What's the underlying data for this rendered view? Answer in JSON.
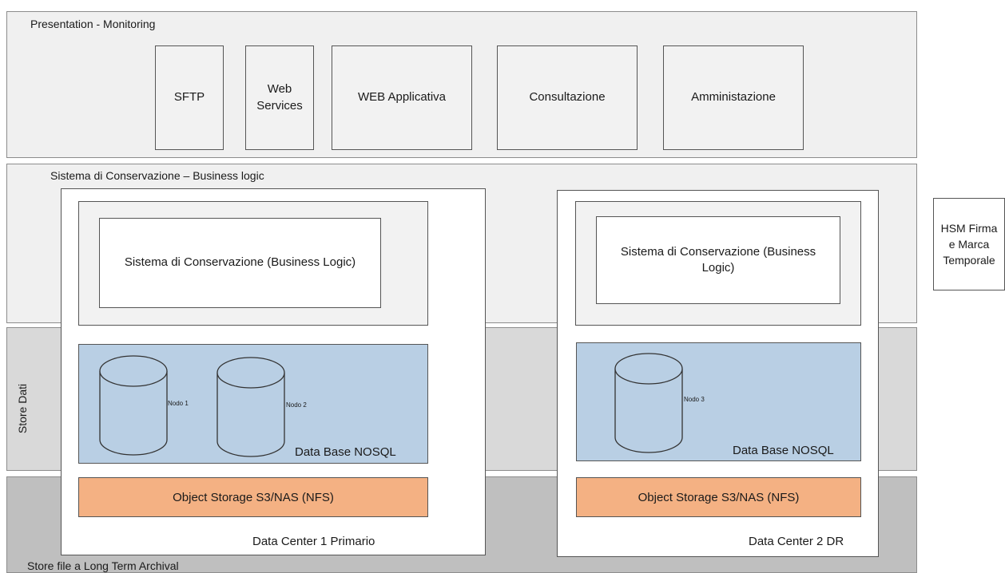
{
  "layers": {
    "presentation": "Presentation - Monitoring",
    "business_logic": "Sistema di Conservazione – Business logic",
    "store_dati": "Store Dati",
    "store_file": "Store file a Long Term Archival"
  },
  "presentation_boxes": {
    "sftp": "SFTP",
    "web_services": "Web Services",
    "web_applicativa": "WEB Applicativa",
    "consultazione": "Consultazione",
    "amministazione": "Amministazione"
  },
  "data_center_1": {
    "label": "Data Center 1 Primario",
    "business_logic": "Sistema di Conservazione (Business Logic)",
    "nodes": [
      "Nodo 1",
      "Nodo 2"
    ],
    "database": "Data Base NOSQL",
    "storage": "Object Storage S3/NAS (NFS)"
  },
  "data_center_2": {
    "label": "Data Center 2 DR",
    "business_logic": "Sistema di Conservazione (Business Logic)",
    "nodes": [
      "Nodo 3"
    ],
    "database": "Data Base NOSQL",
    "storage": "Object Storage S3/NAS (NFS)"
  },
  "hsm": "HSM Firma e Marca Temporale",
  "colors": {
    "layer_light": "#f0f0f0",
    "layer_mid": "#d9d9d9",
    "layer_dark": "#bfbfbf",
    "database_fill": "#b9cfe4",
    "storage_fill": "#f4b183"
  }
}
